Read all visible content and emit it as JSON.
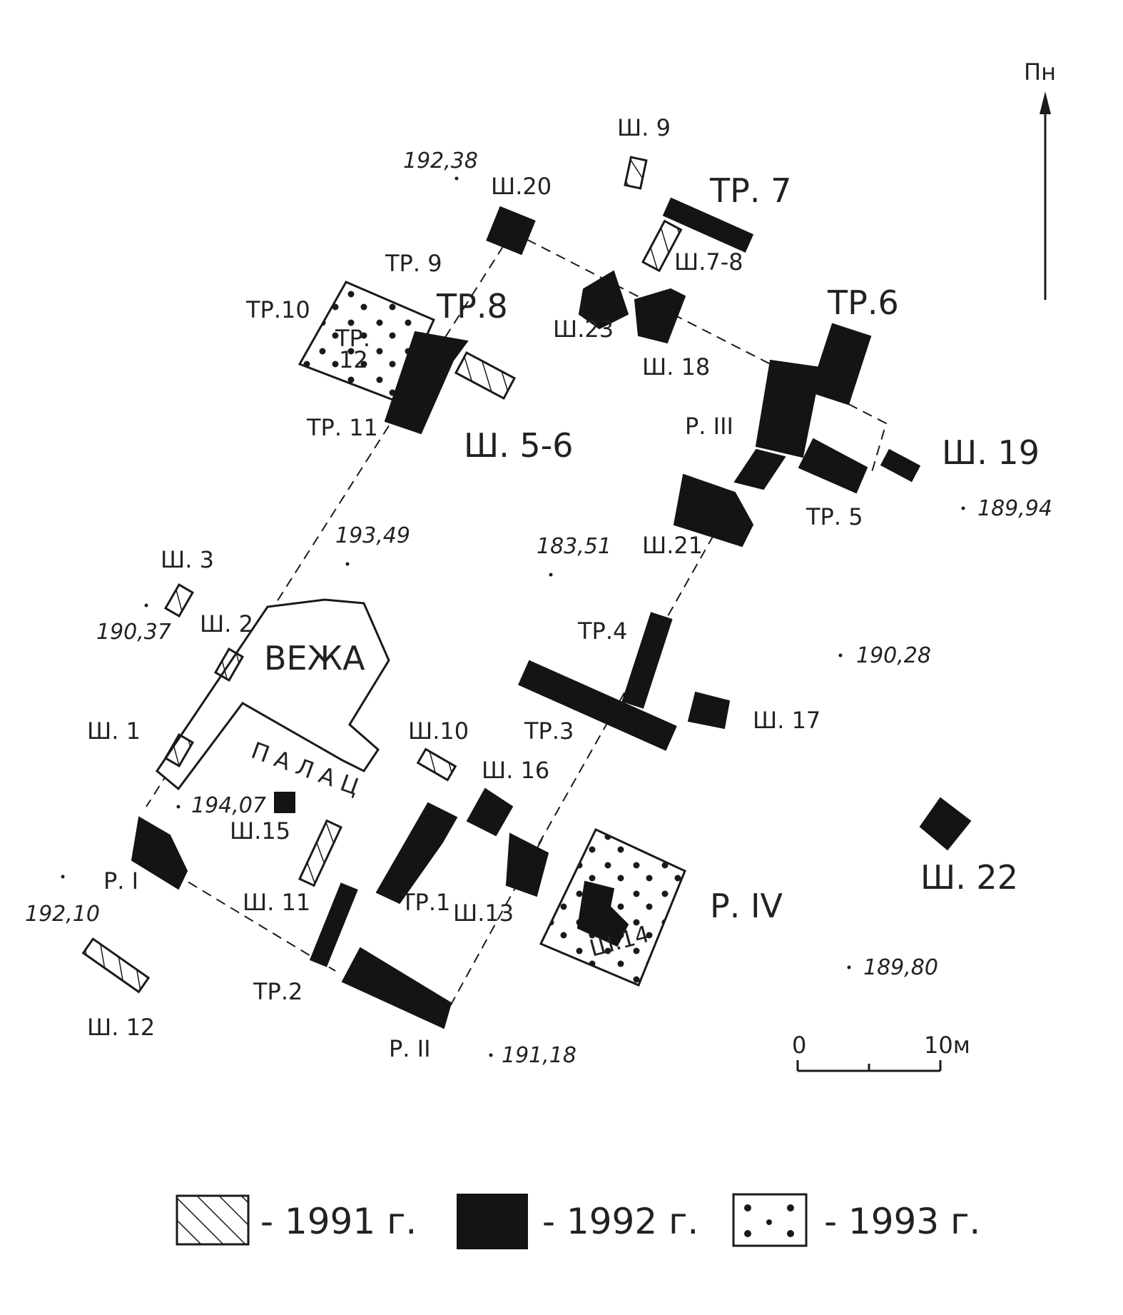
{
  "compass": {
    "label": "Пн"
  },
  "buildings": {
    "tower": "ВЕЖА",
    "palace": "П А Л А Ц"
  },
  "trenches": {
    "tr1": "ТР.1",
    "tr2": "ТР.2",
    "tr3": "ТР.3",
    "tr4": "ТР.4",
    "tr5": "ТР. 5",
    "tr6": "ТР.6",
    "tr7": "ТР. 7",
    "tr8": "ТР.8",
    "tr9": "ТР. 9",
    "tr10": "ТР.10",
    "tr11": "ТР. 11",
    "tr12a": "ТР.",
    "tr12b": "12"
  },
  "pits": {
    "sh1": "Ш. 1",
    "sh2": "Ш. 2",
    "sh3": "Ш. 3",
    "sh56": "Ш. 5-6",
    "sh78": "Ш.7-8",
    "sh9": "Ш. 9",
    "sh10": "Ш.10",
    "sh11": "Ш. 11",
    "sh12": "Ш. 12",
    "sh13": "Ш.13",
    "sh14": "Ш.14",
    "sh15": "Ш.15",
    "sh16": "Ш. 16",
    "sh17": "Ш. 17",
    "sh18": "Ш. 18",
    "sh19": "Ш. 19",
    "sh20": "Ш.20",
    "sh21": "Ш.21",
    "sh22": "Ш. 22",
    "sh23": "Ш.23"
  },
  "excavations": {
    "r1": "Р. I",
    "r2": "Р. II",
    "r3": "Р. III",
    "r4": "Р. IV"
  },
  "elevations": {
    "e19238": "192,38",
    "e19349": "193,49",
    "e18351": "183,51",
    "e18994": "189,94",
    "e19037": "190,37",
    "e19028": "190,28",
    "e19407": "194,07",
    "e19210": "192,10",
    "e18980": "189,80",
    "e19118": "191,18"
  },
  "scale": {
    "start": "0",
    "end": "10м"
  },
  "legend": {
    "y1991": "- 1991 г.",
    "y1992": "- 1992 г.",
    "y1993": "- 1993 г."
  }
}
